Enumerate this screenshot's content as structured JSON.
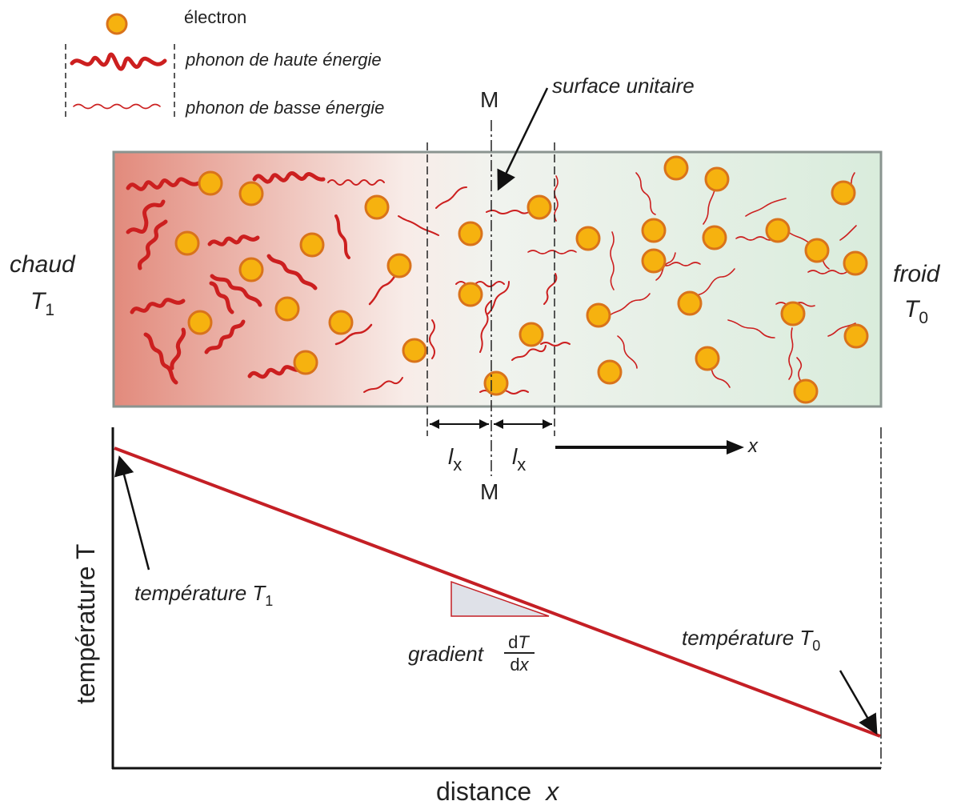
{
  "legend": {
    "electron": "électron",
    "high_phonon": "phonon de haute énergie",
    "low_phonon": "phonon de basse énergie"
  },
  "labels": {
    "surface": "surface unitaire",
    "m": "M",
    "hot_word": "chaud",
    "hot_temp": "T",
    "hot_sub": "1",
    "cold_word": "froid",
    "cold_temp": "T",
    "cold_sub": "0",
    "l": "l",
    "l_sub": "x",
    "x": "x"
  },
  "plot": {
    "ylabel": "température T",
    "xlabel_word": "distance",
    "xlabel_var": "x",
    "t1_text": "température T",
    "t1_sub": "1",
    "t0_text": "température T",
    "t0_sub": "0",
    "gradient": "gradient",
    "gradient_num": "dT",
    "gradient_den": "dx"
  },
  "colors": {
    "hot": "#e28a7c",
    "cold": "#d9ecdc",
    "phonon": "#cc1f1f",
    "electron": "#f6b20f",
    "line": "#c41f25"
  },
  "icons": [
    "electron-icon",
    "high-energy-phonon-icon",
    "low-energy-phonon-icon"
  ]
}
